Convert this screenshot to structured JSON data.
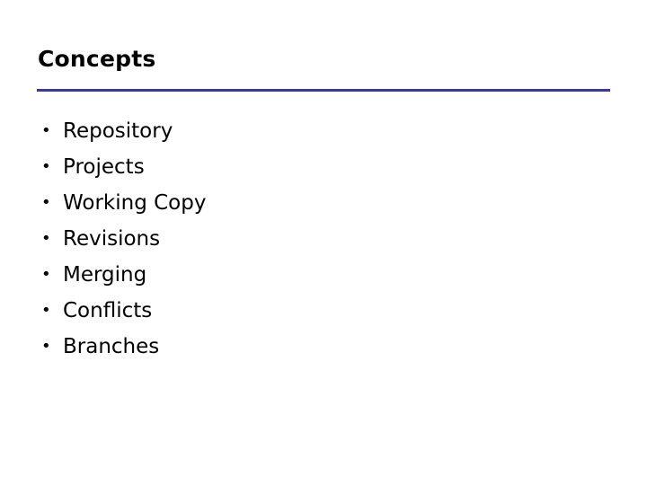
{
  "slide": {
    "title": "Concepts",
    "rule_color": "#3b3b8f",
    "background_color": "#ffffff",
    "text_color": "#000000",
    "bullet_marker": "•",
    "bullets": [
      {
        "label": "Repository"
      },
      {
        "label": "Projects"
      },
      {
        "label": "Working Copy"
      },
      {
        "label": "Revisions"
      },
      {
        "label": "Merging"
      },
      {
        "label": "Conflicts"
      },
      {
        "label": "Branches"
      }
    ]
  }
}
